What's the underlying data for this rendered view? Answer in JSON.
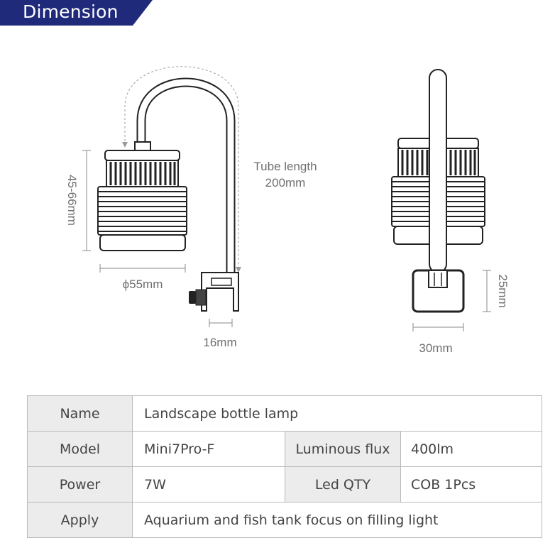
{
  "header": {
    "title": "Dimension",
    "accent_color": "#1f2a7a"
  },
  "dimensions": {
    "height_range": "45-66mm",
    "diameter": "ϕ55mm",
    "tube_length_label": "Tube length",
    "tube_length_value": "200mm",
    "clip_width": "16mm",
    "clamp_width": "30mm",
    "clamp_height": "25mm"
  },
  "specs": {
    "rows": [
      {
        "label": "Name",
        "value": "Landscape bottle lamp"
      },
      {
        "label": "Model",
        "value": "Mini7Pro-F",
        "label2": "Luminous flux",
        "value2": "400lm"
      },
      {
        "label": "Power",
        "value": "7W",
        "label2": "Led QTY",
        "value2": "COB 1Pcs"
      },
      {
        "label": "Apply",
        "value": "Aquarium and fish tank focus on filling light"
      }
    ]
  }
}
